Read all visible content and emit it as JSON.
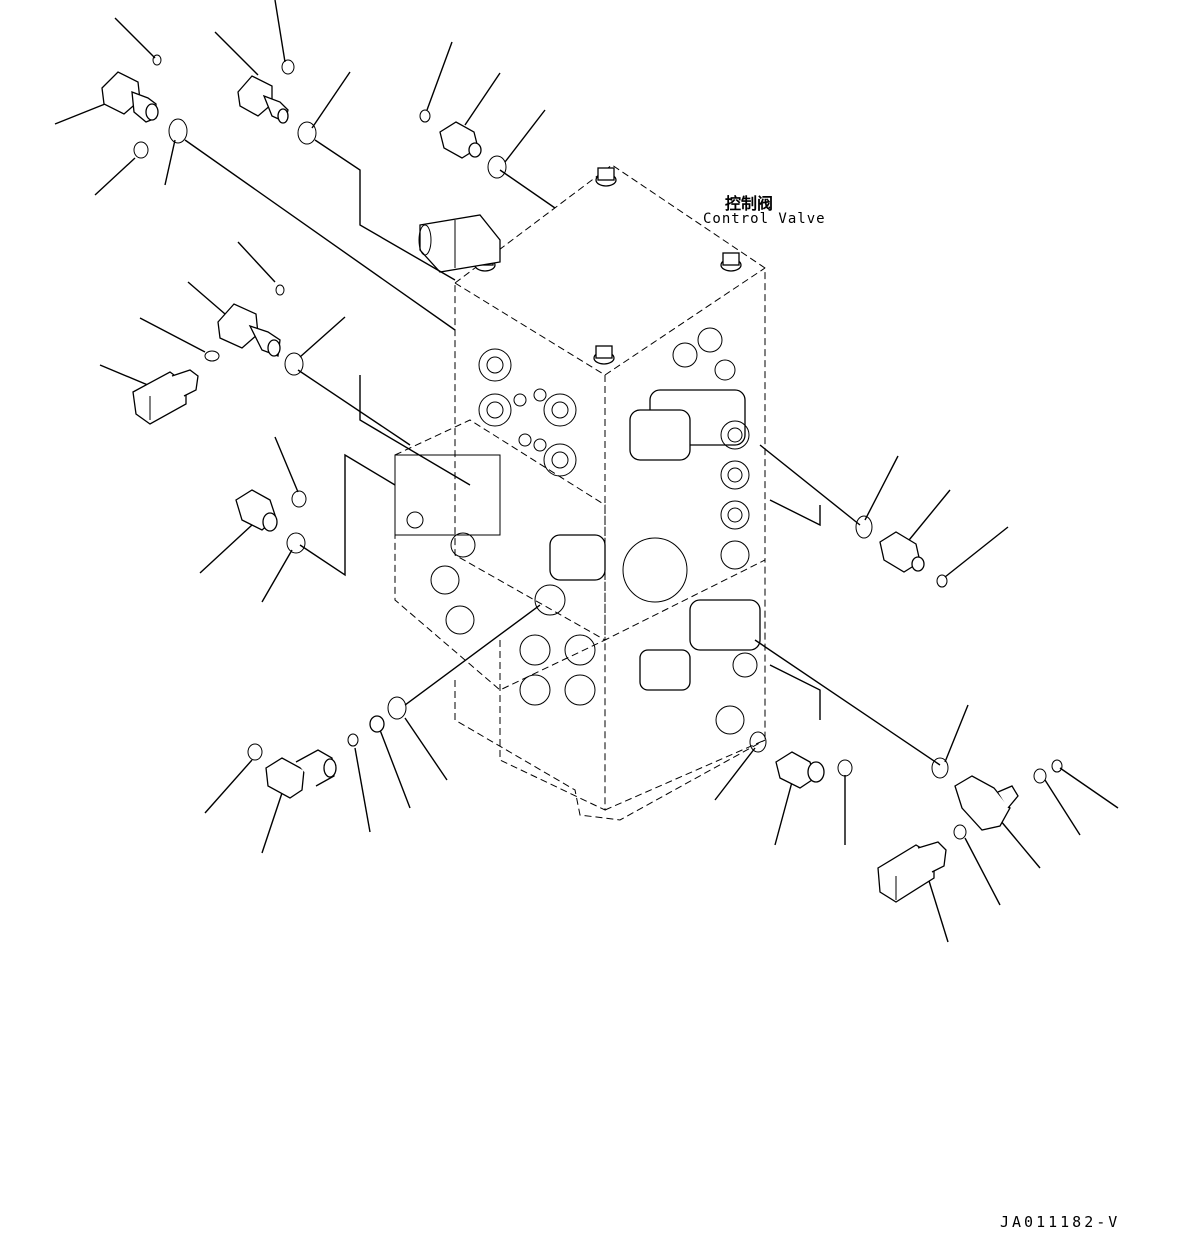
{
  "diagram": {
    "label_cn": "控制阀",
    "label_en": "Control Valve",
    "drawing_number": "JA011182-V"
  }
}
